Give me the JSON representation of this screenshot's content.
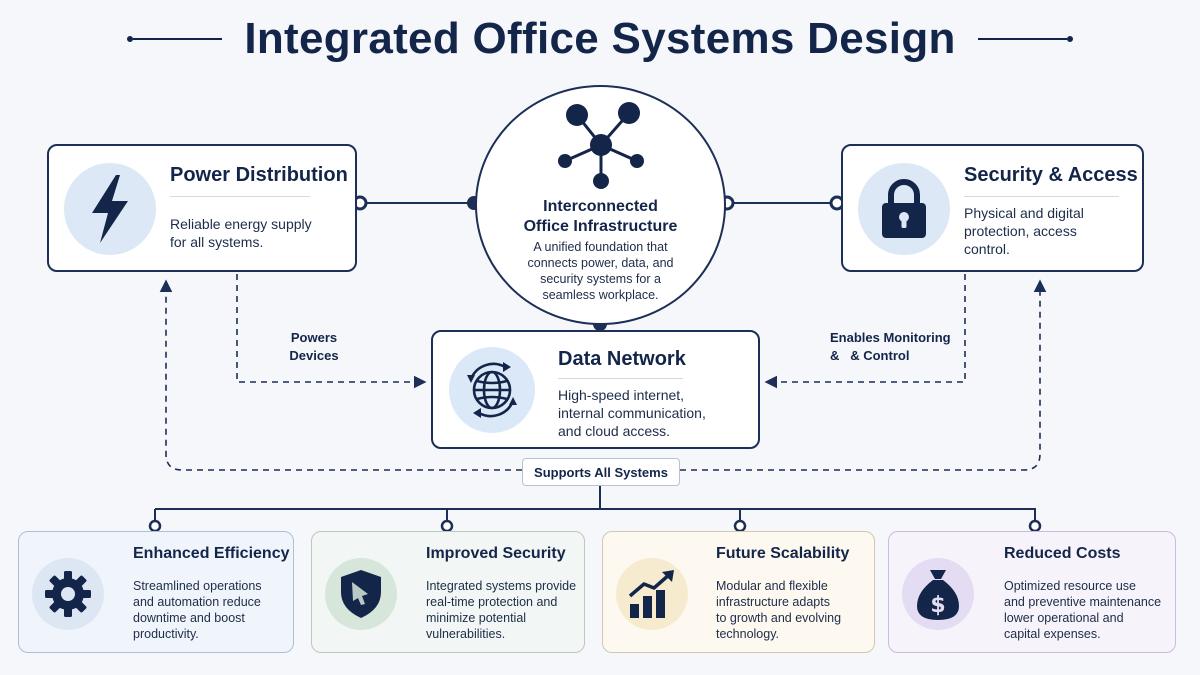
{
  "title": "Integrated Office Systems Design",
  "colors": {
    "navy": "#14254a",
    "line": "#1d2f56",
    "power_disc": "#dce8f6",
    "security_disc": "#dce8f6",
    "network_disc": "#dbe8f7",
    "efficiency_disc": "#dde7f4",
    "security_benefit_disc": "#d7e6da",
    "scalability_disc": "#f7ebcf",
    "costs_disc": "#e4dcf2"
  },
  "hub": {
    "icon": "network-nodes-icon",
    "title": "Interconnected Office Infrastructure",
    "title_line1": "Interconnected",
    "title_line2": "Office Infrastructure",
    "desc_lines": [
      "A unified foundation that",
      "connects power, data, and",
      "security systems for a",
      "seamless workplace."
    ]
  },
  "power": {
    "icon": "lightning-bolt-icon",
    "title": "Power Distribution",
    "desc_lines": [
      "Reliable energy supply",
      "for all systems."
    ]
  },
  "security": {
    "icon": "padlock-icon",
    "title": "Security & Access",
    "desc_lines": [
      "Physical and digital",
      "protection, access",
      "control."
    ]
  },
  "network": {
    "icon": "globe-sync-icon",
    "title": "Data Network",
    "desc_lines": [
      "High-speed internet,",
      "internal communication,",
      "and cloud access."
    ]
  },
  "flows": {
    "powers_line1": "Powers",
    "powers_line2": "Devices",
    "monitoring_line1": "Enables Monitoring",
    "monitoring_line2": "&   & Control",
    "supports": "Supports All Systems"
  },
  "benefits": [
    {
      "icon": "gear-icon",
      "title": "Enhanced Efficiency",
      "desc_lines": [
        "Streamlined operations",
        "and automation reduce",
        "downtime and boost",
        "productivity."
      ]
    },
    {
      "icon": "shield-icon",
      "title": "Improved Security",
      "desc_lines": [
        "Integrated systems provide",
        "real-time protection and",
        "minimize potential",
        "vulnerabilities."
      ]
    },
    {
      "icon": "growth-chart-icon",
      "title": "Future Scalability",
      "desc_lines": [
        "Modular and flexible",
        "infrastructure adapts",
        "to growth and evolving",
        "technology."
      ]
    },
    {
      "icon": "money-bag-icon",
      "title": "Reduced Costs",
      "desc_lines": [
        "Optimized resource use",
        "and preventive maintenance",
        "lower operational and",
        "capital expenses."
      ]
    }
  ]
}
